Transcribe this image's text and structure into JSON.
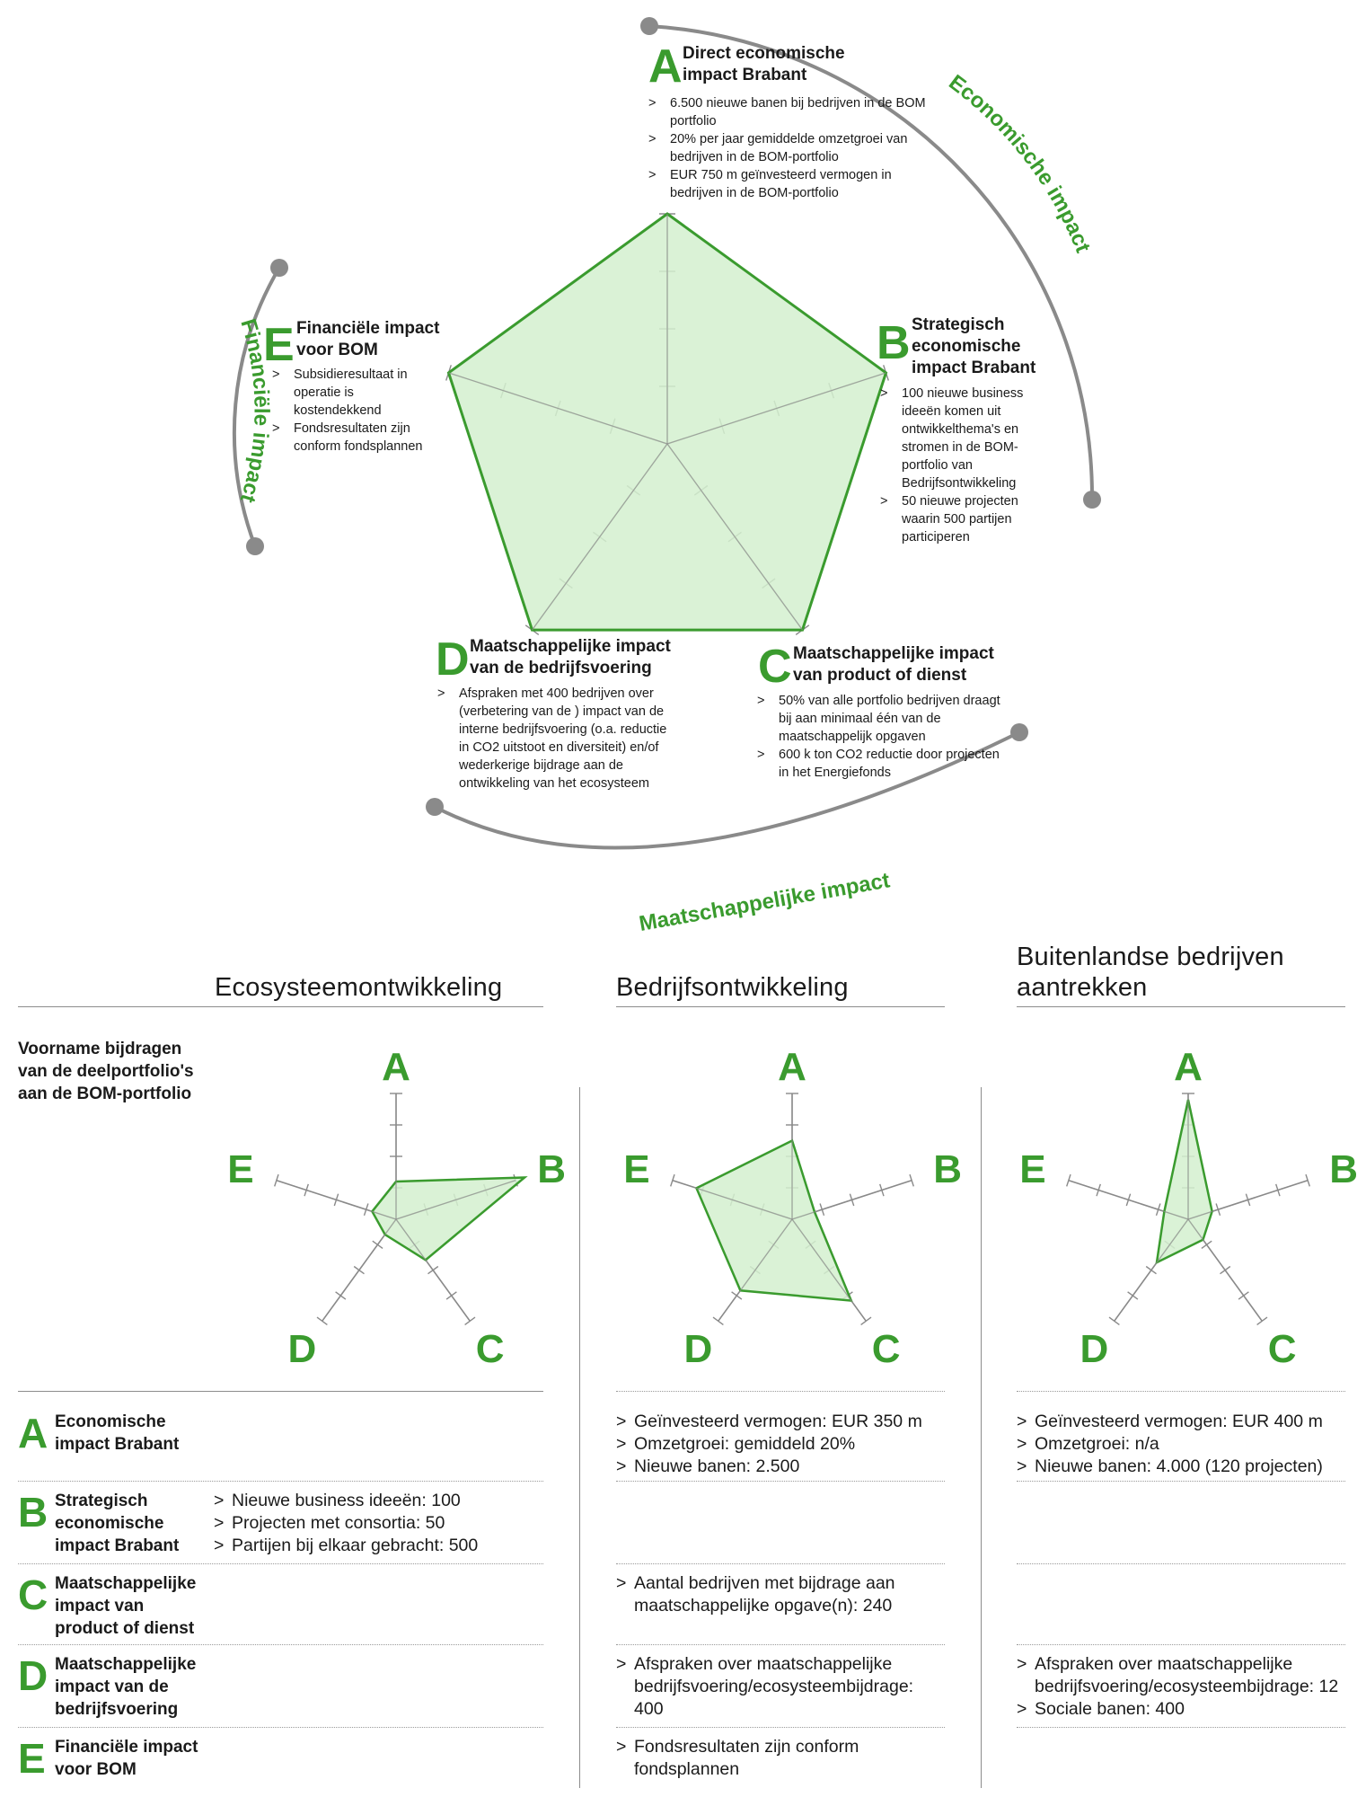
{
  "colors": {
    "accent": "#3a9b2e",
    "fill": "#d4f0cf",
    "axis": "#8a8a8a",
    "arc": "#8a8a8a"
  },
  "top": {
    "arcs": {
      "economic": "Economische impact",
      "financial": "Financiële impact",
      "social": "Maatschappelijke impact"
    },
    "A": {
      "letter": "A",
      "title_1": "Direct economische",
      "title_2": "impact Brabant",
      "bullets": [
        "6.500 nieuwe banen bij bedrijven in de BOM portfolio",
        "20% per jaar gemiddelde omzetgroei van bedrijven in de BOM-portfolio",
        "EUR 750 m geïnvesteerd vermogen in bedrijven in de BOM-portfolio"
      ]
    },
    "B": {
      "letter": "B",
      "title_1": "Strategisch",
      "title_2": "economische",
      "title_3": "impact Brabant",
      "bullets": [
        "100 nieuwe business ideeën komen uit ontwikkelthema's en stromen in de BOM-portfolio van Bedrijfsontwikkeling",
        "50 nieuwe projecten waarin 500 partijen participeren"
      ]
    },
    "C": {
      "letter": "C",
      "title_1": "Maatschappelijke impact",
      "title_2": "van product of dienst",
      "bullets": [
        "50% van alle portfolio bedrijven draagt bij aan minimaal één van de maatschappelijk opgaven",
        "600 k ton CO2 reductie door projecten in het Energiefonds"
      ]
    },
    "D": {
      "letter": "D",
      "title_1": "Maatschappelijke impact",
      "title_2": "van de bedrijfsvoering",
      "bullets": [
        "Afspraken met 400 bedrijven over (verbetering van de ) impact van de interne bedrijfsvoering (o.a. reductie in CO2 uitstoot en diversiteit)  en/of wederkerige bijdrage aan de ontwikkeling van het ecosysteem"
      ]
    },
    "E": {
      "letter": "E",
      "title_1": "Financiële impact",
      "title_2": "voor BOM",
      "bullets": [
        "Subsidieresultaat in operatie is kostendekkend",
        "Fondsresultaten zijn conform fondsplannen"
      ]
    }
  },
  "columns": {
    "eco": {
      "title": "Ecosysteemontwikkeling"
    },
    "bo": {
      "title": "Bedrijfsontwikkeling"
    },
    "bb": {
      "title_1": "Buitenlandse bedrijven",
      "title_2": "aantrekken"
    }
  },
  "side_label": {
    "line_1": "Voorname bijdragen",
    "line_2": "van de deelportfolio's",
    "line_3": "aan de BOM-portfolio"
  },
  "axes": [
    "A",
    "B",
    "C",
    "D",
    "E"
  ],
  "chart_data": [
    {
      "type": "radar",
      "title": "",
      "axes": [
        "A",
        "B",
        "C",
        "D",
        "E"
      ],
      "scale_max": 4,
      "values": [
        4,
        4,
        4,
        4,
        4
      ]
    },
    {
      "type": "radar",
      "title": "Ecosysteemontwikkeling",
      "axes": [
        "A",
        "B",
        "C",
        "D",
        "E"
      ],
      "scale_max": 4,
      "values": [
        1.2,
        4.3,
        1.6,
        0.6,
        0.8
      ]
    },
    {
      "type": "radar",
      "title": "Bedrijfsontwikkeling",
      "axes": [
        "A",
        "B",
        "C",
        "D",
        "E"
      ],
      "scale_max": 4,
      "values": [
        2.5,
        0.75,
        3.2,
        2.8,
        3.2
      ]
    },
    {
      "type": "radar",
      "title": "Buitenlandse bedrijven aantrekken",
      "axes": [
        "A",
        "B",
        "C",
        "D",
        "E"
      ],
      "scale_max": 4,
      "values": [
        3.8,
        0.8,
        0.8,
        1.7,
        0.8
      ]
    }
  ],
  "rows": [
    {
      "letter": "A",
      "name_1": "Economische",
      "name_2": "impact Brabant",
      "name_3": "",
      "eco": [],
      "bo": [
        "Geïnvesteerd vermogen: EUR 350 m",
        "Omzetgroei: gemiddeld 20%",
        "Nieuwe banen: 2.500"
      ],
      "bb": [
        "Geïnvesteerd vermogen: EUR 400 m",
        "Omzetgroei: n/a",
        "Nieuwe banen: 4.000 (120 projecten)"
      ]
    },
    {
      "letter": "B",
      "name_1": "Strategisch",
      "name_2": "economische",
      "name_3": "impact Brabant",
      "eco": [
        "Nieuwe business ideeën: 100",
        "Projecten met consortia: 50",
        "Partijen bij elkaar gebracht: 500"
      ],
      "bo": [],
      "bb": []
    },
    {
      "letter": "C",
      "name_1": "Maatschappelijke",
      "name_2": "impact van",
      "name_3": "product of dienst",
      "eco": [],
      "bo": [
        "Aantal bedrijven met bijdrage aan maatschappelijke opgave(n): 240"
      ],
      "bb": []
    },
    {
      "letter": "D",
      "name_1": "Maatschappelijke",
      "name_2": "impact van de",
      "name_3": "bedrijfsvoering",
      "eco": [],
      "bo": [
        "Afspraken over maatschappelijke bedrijfsvoering/ecosysteembijdrage: 400"
      ],
      "bb": [
        "Afspraken over maatschappelijke bedrijfsvoering/ecosysteembijdrage: 12",
        "Sociale banen: 400"
      ]
    },
    {
      "letter": "E",
      "name_1": "Financiële impact",
      "name_2": "voor BOM",
      "name_3": "",
      "eco": [],
      "bo": [
        "Fondsresultaten zijn conform fondsplannen"
      ],
      "bb": []
    }
  ]
}
